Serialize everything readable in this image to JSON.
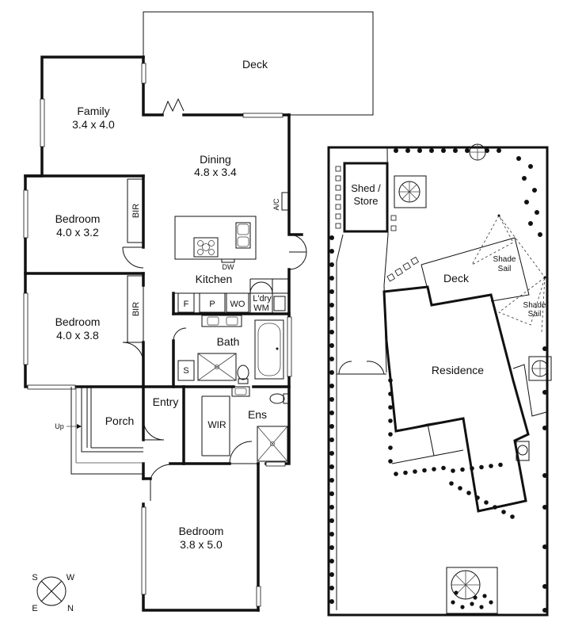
{
  "floor_plan": {
    "rooms": {
      "deck": {
        "name": "Deck"
      },
      "family": {
        "name": "Family",
        "dims": "3.4 x 4.0"
      },
      "dining": {
        "name": "Dining",
        "dims": "4.8 x 3.4"
      },
      "kitchen": {
        "name": "Kitchen"
      },
      "bedroom1": {
        "name": "Bedroom",
        "dims": "4.0 x 3.2"
      },
      "bedroom2": {
        "name": "Bedroom",
        "dims": "4.0 x 3.8"
      },
      "bedroom3": {
        "name": "Bedroom",
        "dims": "3.8 x 5.0"
      },
      "bath": {
        "name": "Bath"
      },
      "entry": {
        "name": "Entry"
      },
      "porch": {
        "name": "Porch"
      },
      "ensuite": {
        "name": "Ens"
      },
      "wir": {
        "name": "WIR"
      }
    },
    "labels": {
      "bir1": "BIR",
      "bir2": "BIR",
      "ac": "A/C",
      "dw": "DW",
      "fridge": "F",
      "pantry": "P",
      "wall_oven": "WO",
      "laundry": "L'dry",
      "washing_machine": "WM",
      "shower": "S",
      "up": "Up"
    }
  },
  "site_plan": {
    "labels": {
      "shed": "Shed /",
      "store": "Store",
      "deck": "Deck",
      "residence": "Residence",
      "shade_sail_1a": "Shade",
      "shade_sail_1b": "Sail",
      "shade_sail_2a": "Shade",
      "shade_sail_2b": "Sail"
    }
  },
  "compass": {
    "s": "S",
    "w": "W",
    "e": "E",
    "n": "N"
  }
}
